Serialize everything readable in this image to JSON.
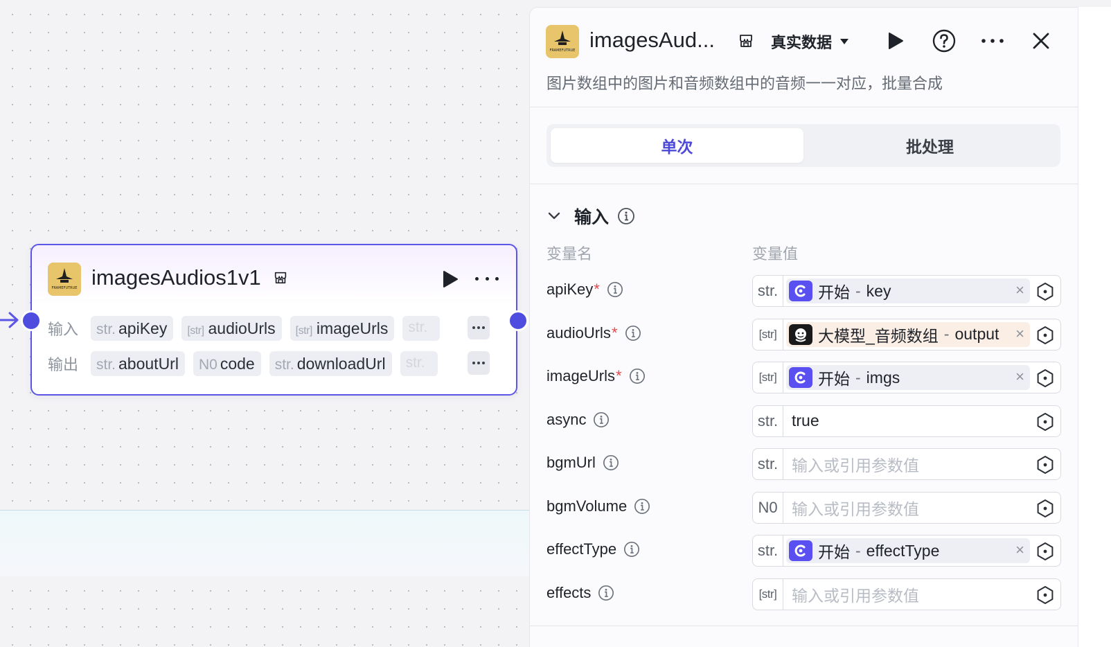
{
  "node": {
    "title": "imagesAudios1v1",
    "inputs_label": "输入",
    "outputs_label": "输出",
    "input_chips": [
      {
        "type": "str.",
        "name": "apiKey"
      },
      {
        "type": "[str]",
        "name": "audioUrls"
      },
      {
        "type": "[str]",
        "name": "imageUrls"
      },
      {
        "type": "str.",
        "name": ""
      }
    ],
    "output_chips": [
      {
        "type": "str.",
        "name": "aboutUrl"
      },
      {
        "type": "N0",
        "name": "code"
      },
      {
        "type": "str.",
        "name": "downloadUrl"
      },
      {
        "type": "str.",
        "name": ""
      }
    ]
  },
  "panel": {
    "title": "imagesAud...",
    "mode": "真实数据",
    "description": "图片数组中的图片和音频数组中的音频一一对应，批量合成",
    "tabs": [
      "单次",
      "批处理"
    ],
    "active_tab": 0,
    "section_title": "输入",
    "col_name": "变量名",
    "col_value": "变量值",
    "params": [
      {
        "name": "apiKey",
        "required": true,
        "type": "str.",
        "kind": "ref",
        "source": "start",
        "ref_node": "开始",
        "ref_var": "key"
      },
      {
        "name": "audioUrls",
        "required": true,
        "type": "[str]",
        "kind": "ref",
        "source": "llm",
        "ref_node": "大模型_音频数组",
        "ref_var": "output"
      },
      {
        "name": "imageUrls",
        "required": true,
        "type": "[str]",
        "kind": "ref",
        "source": "start",
        "ref_node": "开始",
        "ref_var": "imgs"
      },
      {
        "name": "async",
        "required": false,
        "type": "str.",
        "kind": "value",
        "value": "true"
      },
      {
        "name": "bgmUrl",
        "required": false,
        "type": "str.",
        "kind": "placeholder",
        "value": "输入或引用参数值"
      },
      {
        "name": "bgmVolume",
        "required": false,
        "type": "N0",
        "kind": "placeholder",
        "value": "输入或引用参数值"
      },
      {
        "name": "effectType",
        "required": false,
        "type": "str.",
        "kind": "ref",
        "source": "start",
        "ref_node": "开始",
        "ref_var": "effectType"
      },
      {
        "name": "effects",
        "required": false,
        "type": "[str]",
        "kind": "placeholder",
        "value": "输入或引用参数值"
      }
    ]
  },
  "ref_separator": "-",
  "required_mark": "*",
  "logo_text": "FRAMEFUTRUE",
  "colors": {
    "accent": "#4f4ce0",
    "required": "#e5484d",
    "logo_bg": "#e8c56a"
  }
}
